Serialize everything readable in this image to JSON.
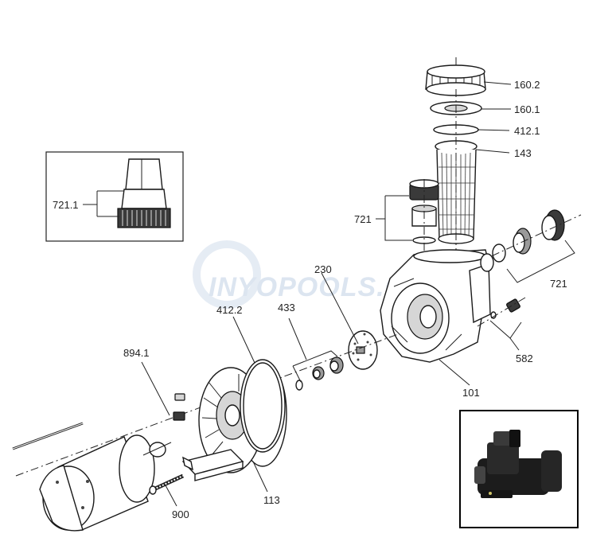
{
  "watermark": "INYOPOOLS.COM",
  "callouts": [
    {
      "id": "c1602",
      "label": "160.2"
    },
    {
      "id": "c1601",
      "label": "160.1"
    },
    {
      "id": "c4121",
      "label": "412.1"
    },
    {
      "id": "c143",
      "label": "143"
    },
    {
      "id": "c7211",
      "label": "721.1"
    },
    {
      "id": "c721a",
      "label": "721"
    },
    {
      "id": "c721b",
      "label": "721"
    },
    {
      "id": "c230",
      "label": "230"
    },
    {
      "id": "c4122",
      "label": "412.2"
    },
    {
      "id": "c433",
      "label": "433"
    },
    {
      "id": "c8941",
      "label": "894.1"
    },
    {
      "id": "c582",
      "label": "582"
    },
    {
      "id": "c101",
      "label": "101"
    },
    {
      "id": "c113",
      "label": "113"
    },
    {
      "id": "c900",
      "label": "900"
    }
  ]
}
